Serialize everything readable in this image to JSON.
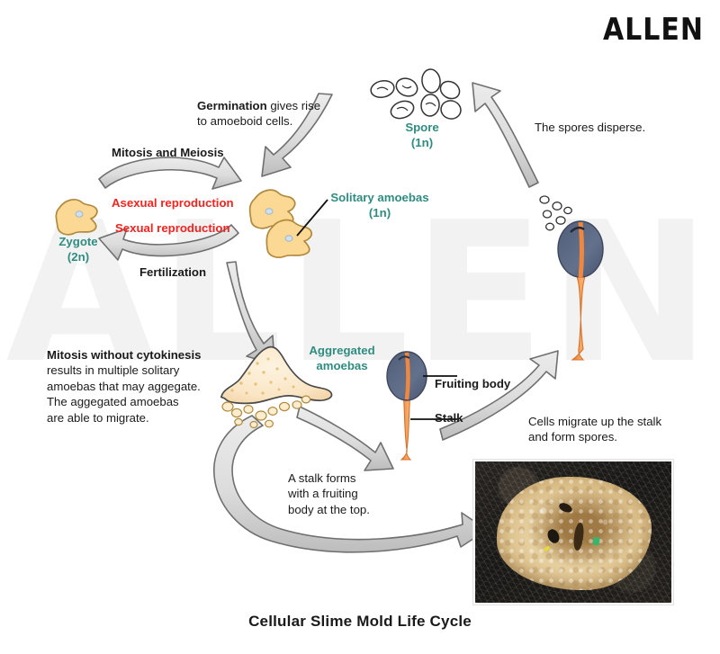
{
  "brand": {
    "name": "ALLEN",
    "watermark": "ALLEN"
  },
  "title": "Cellular Slime Mold Life Cycle",
  "labels": {
    "spore": "Spore\n(1n)",
    "zygote": "Zygote\n(2n)",
    "solitary_amoebas": "Solitary amoebas\n(1n)",
    "aggregated_amoebas": "Aggregated\namoebas",
    "fruiting_body": "Fruiting body",
    "stalk": "Stalk"
  },
  "annotations": {
    "germination_bold": "Germination",
    "germination_rest": " gives rise\nto amoeboid cells.",
    "mitosis_meiosis": "Mitosis and Meiosis",
    "asexual_reproduction": "Asexual reproduction",
    "sexual_reproduction": "Sexual reproduction",
    "fertilization": "Fertilization",
    "spores_disperse": "The spores disperse.",
    "cells_migrate": "Cells migrate up the stalk\nand form spores.",
    "stalk_forms": "A stalk forms\nwith a fruiting\nbody at the top.",
    "mitosis_no_cytokinesis_bold": "Mitosis without cytokinesis",
    "mitosis_no_cytokinesis_rest": "\nresults in multiple solitary\namoebas that may aggegate.\nThe aggegated amoebas\nare able to migrate."
  },
  "colors": {
    "teal": "#2f8c80",
    "red": "#f5231f",
    "text": "#1a1a1a",
    "arrow_fill": "#d9d9d9",
    "arrow_stroke": "#6f6f6f",
    "amoeba_fill": "#fbd894",
    "amoeba_stroke": "#b08a3e",
    "aggregate_fill": "#fdecd0",
    "fruiting_head": "#5b6a86",
    "stalk_orange": "#f0873f",
    "watermark": "#f2f2f2",
    "brand_black": "#111111"
  }
}
